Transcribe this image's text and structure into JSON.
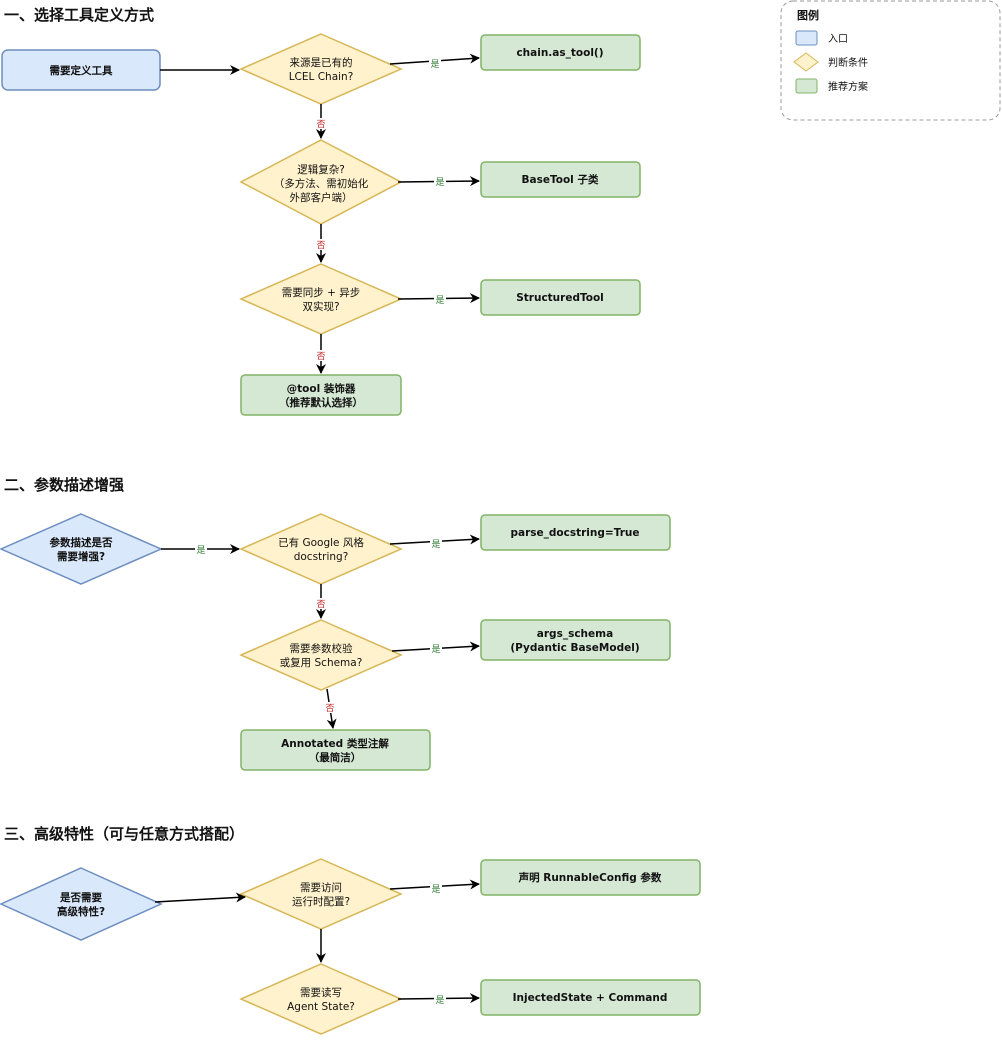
{
  "sections": {
    "s1": {
      "title": "一、选择工具定义方式",
      "start": "需要定义工具",
      "d1": [
        "来源是已有的",
        "LCEL Chain?"
      ],
      "d2": [
        "逻辑复杂?",
        "（多方法、需初始化",
        "外部客户端）"
      ],
      "d3": [
        "需要同步 + 异步",
        "双实现?"
      ],
      "r1": "chain.as_tool()",
      "r2": "BaseTool 子类",
      "r3": "StructuredTool",
      "r4": [
        "@tool 装饰器",
        "（推荐默认选择）"
      ]
    },
    "s2": {
      "title": "二、参数描述增强",
      "start": [
        "参数描述是否",
        "需要增强?"
      ],
      "d1": [
        "已有 Google 风格",
        "docstring?"
      ],
      "d2": [
        "需要参数校验",
        "或复用 Schema?"
      ],
      "r1": "parse_docstring=True",
      "r2": [
        "args_schema",
        "(Pydantic BaseModel)"
      ],
      "r3": [
        "Annotated 类型注解",
        "（最简洁）"
      ]
    },
    "s3": {
      "title": "三、高级特性（可与任意方式搭配）",
      "start": [
        "是否需要",
        "高级特性?"
      ],
      "d1": [
        "需要访问",
        "运行时配置?"
      ],
      "d2": [
        "需要读写",
        "Agent State?"
      ],
      "r1": "声明 RunnableConfig 参数",
      "r2": "InjectedState + Command"
    }
  },
  "edge_labels": {
    "yes": "是",
    "no": "否"
  },
  "legend": {
    "title": "图例",
    "items": [
      "入口",
      "判断条件",
      "推荐方案"
    ]
  },
  "colors": {
    "entry_fill": "#dae8fc",
    "entry_stroke": "#6c8ebf",
    "decision_fill": "#fff2cc",
    "decision_stroke": "#d6b656",
    "result_fill": "#d5e8d4",
    "result_stroke": "#82b366"
  }
}
